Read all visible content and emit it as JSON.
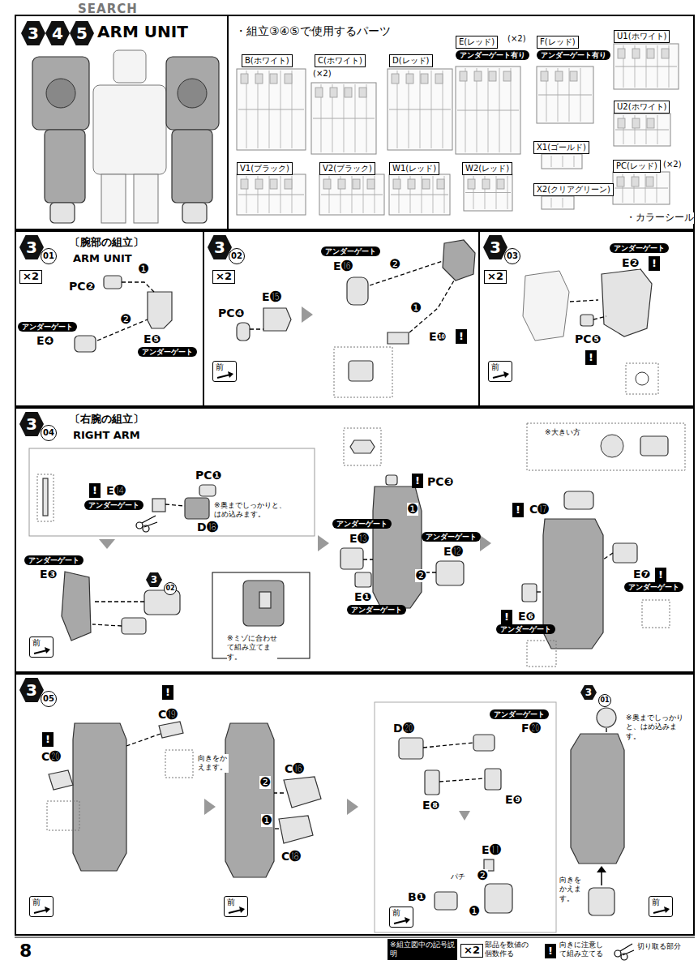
{
  "diagram": {
    "nodes": [
      {
        "text": [
          "3",
          "4",
          "5",
          "ARM UNIT"
        ]
      },
      {
        "text": [
          "・組立③④⑤で使用するパーツ"
        ]
      },
      {
        "text": [
          "B(ホワイト)"
        ],
        "in": 1
      },
      {
        "text": [
          "C(ホワイト)",
          "(×2)"
        ],
        "in": 1
      },
      {
        "text": [
          "D(レッド)"
        ],
        "in": 1
      },
      {
        "text": [
          "E(レッド)",
          "(×2)",
          "アンダーゲート有り"
        ],
        "in": 1
      },
      {
        "text": [
          "F(レッド)",
          "アンダーゲート有り"
        ],
        "in": 1
      },
      {
        "text": [
          "U1(ホワイト)"
        ],
        "in": 1
      },
      {
        "text": [
          "U2(ホワイト)"
        ],
        "in": 1
      },
      {
        "text": [
          "V1(ブラック)"
        ],
        "in": 1
      },
      {
        "text": [
          "V2(ブラック)"
        ],
        "in": 1
      },
      {
        "text": [
          "W1(レッド)"
        ],
        "in": 1
      },
      {
        "text": [
          "W2(レッド)"
        ],
        "in": 1
      },
      {
        "text": [
          "X1(ゴールド)"
        ],
        "in": 1
      },
      {
        "text": [
          "X2(クリアグリーン)"
        ],
        "in": 1
      },
      {
        "text": [
          "PC(レッド)",
          "(×2)"
        ],
        "in": 1
      },
      {
        "text": [
          "3",
          "01",
          "〔腕部の組立〕",
          "ARM UNIT"
        ]
      },
      {
        "text": [
          "3",
          "02"
        ]
      },
      {
        "text": [
          "3",
          "03"
        ]
      },
      {
        "text": [
          "3",
          "04",
          "〔右腕の組立〕",
          "RIGHT ARM"
        ]
      },
      {
        "text": [
          "3",
          "05"
        ]
      }
    ],
    "labels": [
      "SEARCH",
      "・カラーシール",
      "×2",
      "PC❷",
      "アンダーゲート",
      "E❹",
      "E❺",
      "アンダーゲート",
      "❶",
      "❷",
      "×2",
      "PC❹",
      "E⓯",
      "前",
      "アンダーゲート",
      "E⓰",
      "❷",
      "❶",
      "E❿",
      "!",
      "×2",
      "アンダーゲート",
      "E❷",
      "!",
      "PC❺",
      "!",
      "前",
      "!",
      "E⓮",
      "アンダーゲート",
      "PC❶",
      "※奥までしっかりと、はめ込みます。",
      "D⓲",
      "アンダーゲート",
      "E❸",
      "3",
      "02",
      "※ミゾに合わせて組み立てます。",
      "前",
      "!",
      "PC❸",
      "アンダーゲート",
      "E⓭",
      "アンダーゲート",
      "E⓬",
      "❶",
      "❷",
      "E❶",
      "アンダーゲート",
      "※大きい方",
      "!",
      "C⓱",
      "E❼",
      "!",
      "アンダーゲート",
      "!",
      "E❻",
      "アンダーゲート",
      "!",
      "C⓳",
      "!",
      "C⓴",
      "前",
      "向きをかえます。",
      "C⓰",
      "❷",
      "❶",
      "C⓲",
      "前",
      "アンダーゲート",
      "D⓴",
      "F⓴",
      "E❽",
      "E❾",
      "E⓫",
      "パチ",
      "❷",
      "❶",
      "B❶",
      "前",
      "向きをかえます。",
      "3",
      "01",
      "※奥までしっかりと、はめ込みます。",
      "前",
      "8",
      "※組立図中の記号説明",
      "×2",
      "!"
    ],
    "legend": [
      {
        "text": "部品を数値の個数作る"
      },
      {
        "text": "向きに注意して組み立てる"
      },
      {
        "text": "切り取る部分"
      }
    ]
  }
}
